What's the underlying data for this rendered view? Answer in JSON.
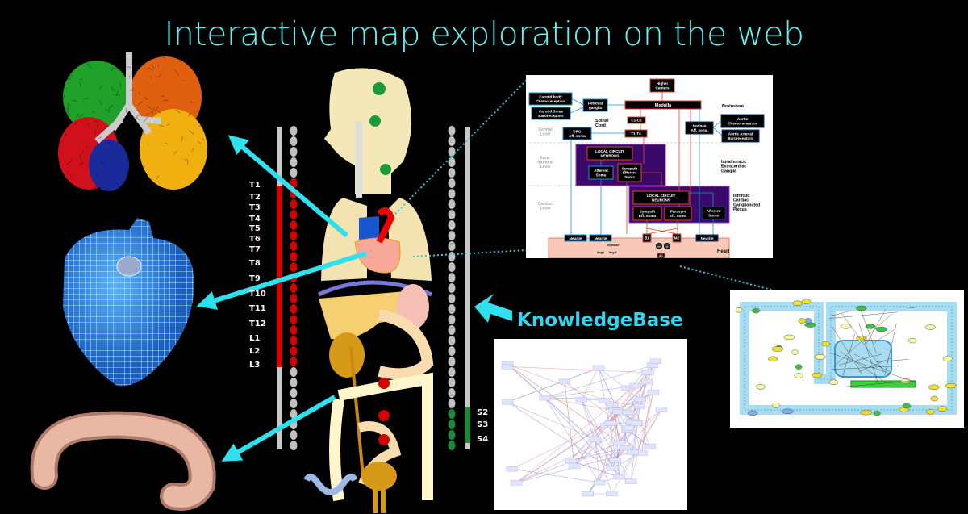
{
  "title": "Interactive map exploration on the web",
  "knowledgebase_label": "KnowledgeBase",
  "vertebrae_left": [
    "T1",
    "T2",
    "T3",
    "T4",
    "T5",
    "T6",
    "T7",
    "T8",
    "T9",
    "T10",
    "T11",
    "T12",
    "L1",
    "L2",
    "L3"
  ],
  "vertebrae_right": [
    "S2",
    "S3",
    "S4"
  ],
  "colors": {
    "title": "#5ef2f2",
    "arrow": "#2fe0ee",
    "sympathetic": "#d40000",
    "parasympathetic": "#1a8a3a",
    "diagram_red": "#e8402a",
    "diagram_blue": "#1a8fd8",
    "purple": "#3a0a6a"
  },
  "diagram": {
    "higher_centers": [
      "Higher",
      "Centers"
    ],
    "carotid_body": [
      "Carotid body",
      "Chemoreceptors"
    ],
    "carotid_sinus": [
      "Carotid Sinus",
      "Baroreceptors"
    ],
    "petrosal": [
      "Petrosal",
      "ganglia"
    ],
    "medulla": "Medulla",
    "brainstem": "Brainstem",
    "spinal_cord": [
      "Spinal",
      "Cord"
    ],
    "c1c2": "C1-C2",
    "t1t4": "T1-T4",
    "drg": [
      "DRG",
      "Aff. soma"
    ],
    "nodose": [
      "Nodose",
      "Aff. soma"
    ],
    "aortic_chemo": [
      "Aortic",
      "Chemoreceptors"
    ],
    "aortic_baro": [
      "Aortic Arterial",
      "Baroreceptors"
    ],
    "central_level": [
      "Central",
      "Level"
    ],
    "intrathoracic_level": [
      "Intra-",
      "thoracic",
      "Level"
    ],
    "cardiac_level": [
      "Cardiac",
      "Level"
    ],
    "lcn": [
      "LOCAL CIRCUIT",
      "NEURONS"
    ],
    "afferent_soma": [
      "Afferent",
      "Soma"
    ],
    "sympath_efferent": [
      "Sympath",
      "Efferent",
      "Soma"
    ],
    "intrathoracic_ganglia": [
      "Intrathoracic",
      "Extracardiac",
      "Ganglia"
    ],
    "lcn2": [
      "LOCAL CIRCUIT",
      "NEURONS"
    ],
    "sympath_eff": [
      "Sympath",
      "Eff. Soma"
    ],
    "parasym_eff": [
      "Parasym",
      "Eff. Soma"
    ],
    "afferent_soma2": [
      "Afferent",
      "Soma"
    ],
    "intrinsic_plexus": [
      "Intrinsic",
      "Cardiac",
      "Ganglionated",
      "Plexus"
    ],
    "neurite": "Neurite",
    "beta1": "β1",
    "m2": "M2",
    "as": "αs",
    "ai": "αi",
    "ac": "AC",
    "chymase": "chymase",
    "ang": "Ang I → Ang II",
    "heart": "Heart"
  }
}
